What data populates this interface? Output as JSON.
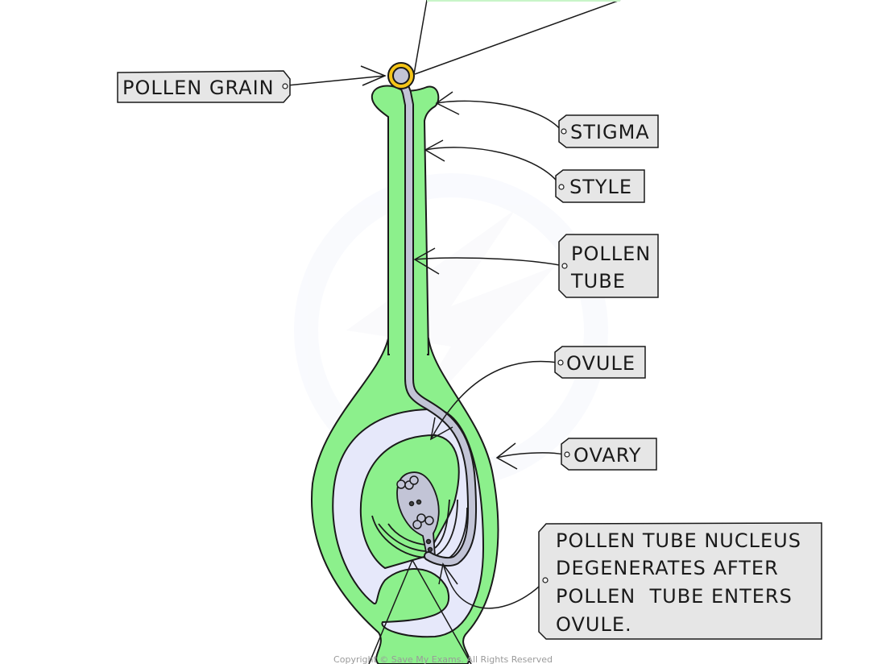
{
  "diagram": {
    "title": "Pollen tube growth into ovule",
    "colors": {
      "tissue_green": "#8cf08c",
      "cavity": "#e6e8fa",
      "pollen_tube": "#c2c4d6",
      "pollen_ring": "#f5c518",
      "label_bg": "#e6e6e6",
      "outline": "#1a1a1a"
    },
    "labels": {
      "pollen_grain": [
        "POLLEN GRAIN"
      ],
      "stigma": [
        "STIGMA"
      ],
      "style": [
        "STYLE"
      ],
      "pollen_tube": [
        "POLLEN",
        "TUBE"
      ],
      "ovule": [
        "OVULE"
      ],
      "ovary": [
        "OVARY"
      ],
      "note": [
        "POLLEN TUBE NUCLEUS",
        "DEGENERATES AFTER",
        "POLLEN  TUBE ENTERS",
        "OVULE."
      ]
    },
    "copyright": "Copyright © Save My Exams. All Rights Reserved"
  }
}
